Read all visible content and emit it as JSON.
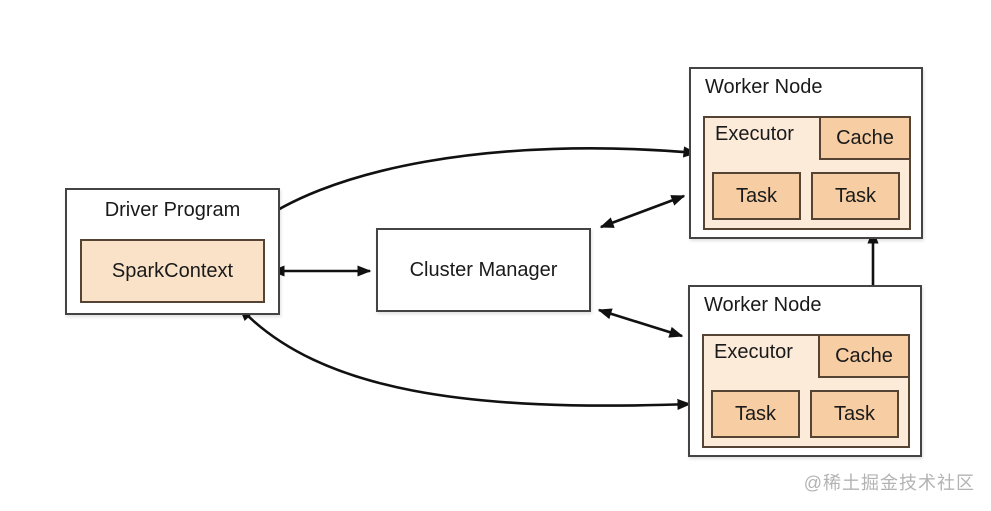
{
  "colors": {
    "background": "#ffffff",
    "outer_border": "#444444",
    "inner_border": "#554433",
    "executor_fill": "#fcebd9",
    "task_fill": "#f7cda3",
    "spark_context_fill": "#f9e2c8",
    "arrow": "#111111",
    "watermark": "#b3b3b3"
  },
  "nodes": {
    "driver": {
      "title": "Driver Program",
      "spark_context_label": "SparkContext"
    },
    "cluster_manager": {
      "title": "Cluster Manager"
    },
    "workers": [
      {
        "title": "Worker Node",
        "executor_label": "Executor",
        "cache_label": "Cache",
        "tasks": [
          "Task",
          "Task"
        ]
      },
      {
        "title": "Worker Node",
        "executor_label": "Executor",
        "cache_label": "Cache",
        "tasks": [
          "Task",
          "Task"
        ]
      }
    ]
  },
  "edges": [
    {
      "name": "spark-context to worker-1 executor",
      "direction": "bidirectional",
      "shape": "curve"
    },
    {
      "name": "spark-context to cluster-manager",
      "direction": "bidirectional",
      "shape": "line"
    },
    {
      "name": "cluster-manager to worker-1",
      "direction": "bidirectional",
      "shape": "line"
    },
    {
      "name": "cluster-manager to worker-2",
      "direction": "bidirectional",
      "shape": "line"
    },
    {
      "name": "spark-context to worker-2 executor",
      "direction": "bidirectional",
      "shape": "curve"
    },
    {
      "name": "worker-1 to worker-2",
      "direction": "bidirectional",
      "shape": "line"
    }
  ],
  "watermark": "@稀土掘金技术社区"
}
